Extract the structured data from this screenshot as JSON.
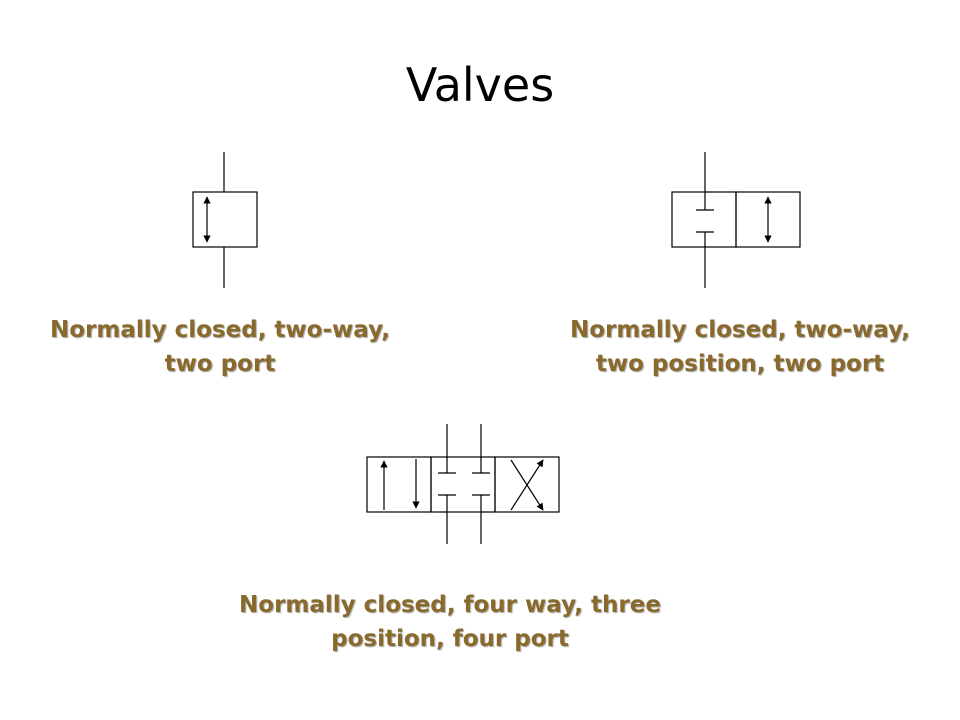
{
  "slide": {
    "title": "Valves"
  },
  "valves": [
    {
      "symbol_icon": "two-way-valve-symbol-icon",
      "caption_line1": "Normally closed, two-way,",
      "caption_line2": "two port"
    },
    {
      "symbol_icon": "two-position-valve-symbol-icon",
      "caption_line1": "Normally closed, two-way,",
      "caption_line2": "two position, two port"
    },
    {
      "symbol_icon": "three-position-four-way-valve-symbol-icon",
      "caption_line1": "Normally closed, four way, three",
      "caption_line2": "position, four port"
    }
  ],
  "colors": {
    "caption": "#8a6a2c",
    "symbol_stroke": "#000000",
    "background": "#ffffff"
  }
}
